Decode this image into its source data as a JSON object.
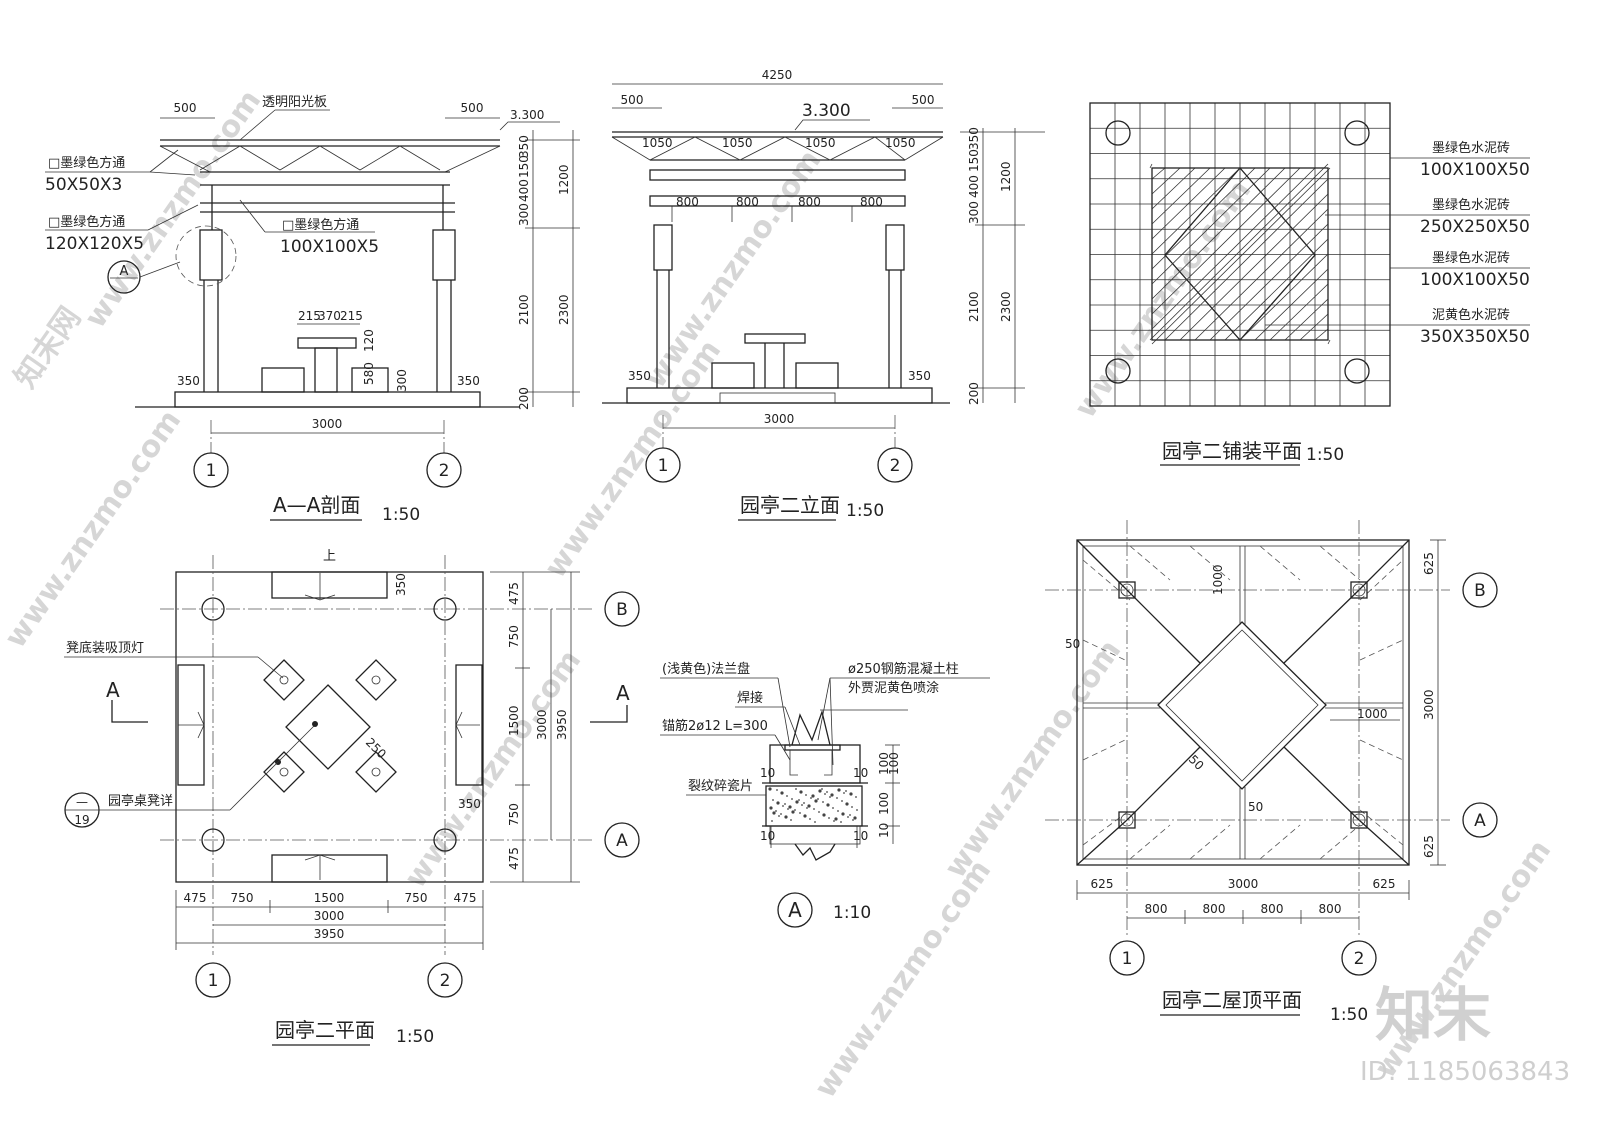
{
  "watermarks": {
    "site": "www.znzmo.com",
    "cn": "知末网",
    "logo": "知末",
    "id_text": "ID: 1185063843"
  },
  "section_aa": {
    "title": "A—A剖面",
    "scale": "1:50",
    "labels": {
      "top": "透明阳光板",
      "l1a": "□墨绿色方通",
      "l1b": "50X50X3",
      "l2a": "□墨绿色方通",
      "l2b": "120X120X5",
      "l3a": "□墨绿色方通",
      "l3b": "100X100X5",
      "callout": "A"
    },
    "dims": {
      "d500a": "500",
      "d500b": "500",
      "elev": "3.300",
      "d350": "350",
      "d150": "150",
      "d400": "400",
      "d300": "300",
      "d1200": "1200",
      "d2100": "2100",
      "d2300": "2300",
      "d200": "200",
      "base_l": "350",
      "base_r": "350",
      "t215a": "215",
      "t370": "370",
      "t215b": "215",
      "t120": "120",
      "t580": "580",
      "t300": "300",
      "span": "3000"
    },
    "axes": [
      "1",
      "2"
    ]
  },
  "elevation": {
    "title": "园亭二立面",
    "scale": "1:50",
    "dims": {
      "total": "4250",
      "d500a": "500",
      "d500b": "500",
      "elev": "3.300",
      "s1": "1050",
      "s2": "1050",
      "s3": "1050",
      "s4": "1050",
      "b1": "800",
      "b2": "800",
      "b3": "800",
      "b4": "800",
      "d350": "350",
      "d150": "150",
      "d400": "400",
      "d300": "300",
      "d1200": "1200",
      "d2100": "2100",
      "d2300": "2300",
      "d200": "200",
      "base_l": "350",
      "base_r": "350",
      "span": "3000"
    },
    "axes": [
      "1",
      "2"
    ]
  },
  "paving": {
    "title": "园亭二铺装平面",
    "scale": "1:50",
    "legend": [
      {
        "name": "墨绿色水泥砖",
        "size": "100X100X50"
      },
      {
        "name": "墨绿色水泥砖",
        "size": "250X250X50"
      },
      {
        "name": "墨绿色水泥砖",
        "size": "100X100X50"
      },
      {
        "name": "泥黄色水泥砖",
        "size": "350X350X50"
      }
    ]
  },
  "plan": {
    "title": "园亭二平面",
    "scale": "1:50",
    "labels": {
      "up": "上",
      "lamp": "凳底装吸顶灯",
      "detail": "园亭桌凳详",
      "det_top": "—",
      "det_bottom": "19",
      "sec_l": "A",
      "sec_r": "A",
      "d250": "250"
    },
    "dims": {
      "d350a": "350",
      "d350b": "350",
      "r475a": "475",
      "r750a": "750",
      "r1500": "1500",
      "r750b": "750",
      "r475b": "475",
      "r3000": "3000",
      "r3950": "3950",
      "b475a": "475",
      "b750a": "750",
      "b1500": "1500",
      "b750b": "750",
      "b475b": "475",
      "b3000": "3000",
      "b3950": "3950"
    },
    "axes": {
      "x1": "1",
      "x2": "2",
      "yb": "B",
      "ya": "A"
    }
  },
  "detail_a": {
    "title": "A",
    "scale": "1:10",
    "labels": {
      "flange": "(浅黄色)法兰盘",
      "weld": "焊接",
      "anchor": "锚筋2ø12 L=300",
      "column_a": "ø250钢筋混凝土柱",
      "column_b": "外贾泥黄色喷涂",
      "tile": "裂纹碎瓷片"
    },
    "dims": {
      "t10a": "10",
      "t10b": "10",
      "d10a": "10",
      "d10b": "10",
      "v100a": "100",
      "v100b": "100",
      "v100c": "100",
      "v10": "10"
    }
  },
  "roof": {
    "title": "园亭二屋顶平面",
    "scale": "1:50",
    "dims": {
      "top625": "625",
      "v1000": "1000",
      "r3000": "3000",
      "bot625": "625",
      "d50a": "50",
      "h1000": "1000",
      "d50b": "50",
      "d50c": "50",
      "b625a": "625",
      "b3000": "3000",
      "b625b": "625",
      "b800a": "800",
      "b800b": "800",
      "b800c": "800",
      "b800d": "800"
    },
    "axes": {
      "x1": "1",
      "x2": "2",
      "yb": "B",
      "ya": "A"
    }
  }
}
